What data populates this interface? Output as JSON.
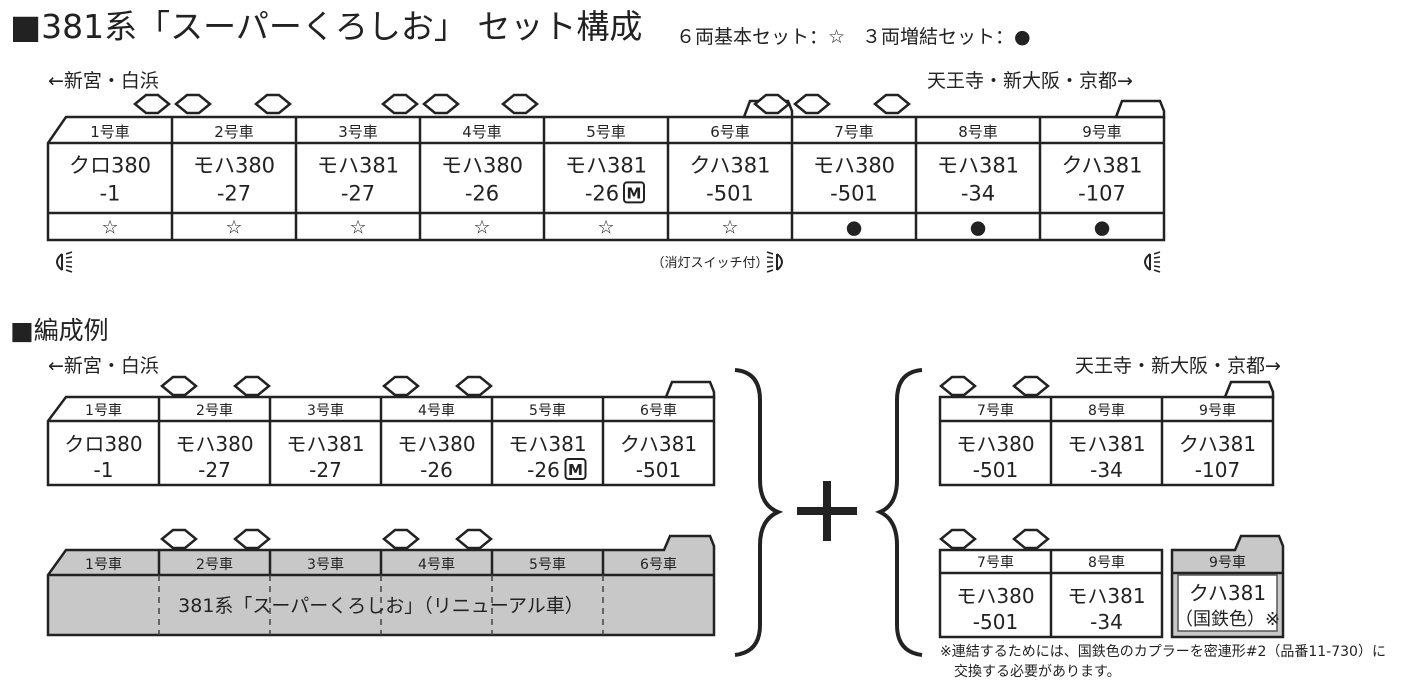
{
  "header": {
    "title": "■381系「スーパーくろしお」 セット構成",
    "legend_basic": "６両基本セット：☆",
    "legend_extra": "３両増結セット：●"
  },
  "set_diagram": {
    "dir_left": "←新宮・白浜",
    "dir_right": "天王寺・新大阪・京都→",
    "cars": [
      {
        "no": "1号車",
        "line1": "クロ380",
        "line2": "-1",
        "mark": "☆"
      },
      {
        "no": "2号車",
        "line1": "モハ380",
        "line2": "-27",
        "mark": "☆"
      },
      {
        "no": "3号車",
        "line1": "モハ381",
        "line2": "-27",
        "mark": "☆"
      },
      {
        "no": "4号車",
        "line1": "モハ380",
        "line2": "-26",
        "mark": "☆"
      },
      {
        "no": "5号車",
        "line1": "モハ381",
        "line2": "-26",
        "mark": "☆",
        "motor": "M"
      },
      {
        "no": "6号車",
        "line1": "クハ381",
        "line2": "-501",
        "mark": "☆"
      },
      {
        "no": "7号車",
        "line1": "モハ380",
        "line2": "-501",
        "mark": "●"
      },
      {
        "no": "8号車",
        "line1": "モハ381",
        "line2": "-34",
        "mark": "●"
      },
      {
        "no": "9号車",
        "line1": "クハ381",
        "line2": "-107",
        "mark": "●"
      }
    ],
    "switch_note": "（消灯スイッチ付）"
  },
  "example": {
    "section_title": "■編成例",
    "dir_left": "←新宮・白浜",
    "dir_right": "天王寺・新大阪・京都→",
    "basic": [
      {
        "no": "1号車",
        "line1": "クロ380",
        "line2": "-1"
      },
      {
        "no": "2号車",
        "line1": "モハ380",
        "line2": "-27"
      },
      {
        "no": "3号車",
        "line1": "モハ381",
        "line2": "-27"
      },
      {
        "no": "4号車",
        "line1": "モハ380",
        "line2": "-26"
      },
      {
        "no": "5号車",
        "line1": "モハ381",
        "line2": "-26",
        "motor": "M"
      },
      {
        "no": "6号車",
        "line1": "クハ381",
        "line2": "-501"
      }
    ],
    "renewal": {
      "numbers": [
        "1号車",
        "2号車",
        "3号車",
        "4号車",
        "5号車",
        "6号車"
      ],
      "label": "381系「スーパーくろしお」（リニューアル車）"
    },
    "plus": "+",
    "extra_top": [
      {
        "no": "7号車",
        "line1": "モハ380",
        "line2": "-501"
      },
      {
        "no": "8号車",
        "line1": "モハ381",
        "line2": "-34"
      },
      {
        "no": "9号車",
        "line1": "クハ381",
        "line2": "-107"
      }
    ],
    "extra_bottom": [
      {
        "no": "7号車",
        "line1": "モハ380",
        "line2": "-501"
      },
      {
        "no": "8号車",
        "line1": "モハ381",
        "line2": "-34"
      }
    ],
    "kokutetsu": {
      "no": "9号車",
      "line1": "クハ381",
      "line2": "（国鉄色）※"
    },
    "footnote1": "※連結するためには、国鉄色のカプラーを密連形#2（品番11-730）に",
    "footnote2": "交換する必要があります。"
  },
  "icons": [
    "headlight-icon",
    "pantograph-icon",
    "motor-badge-icon"
  ]
}
